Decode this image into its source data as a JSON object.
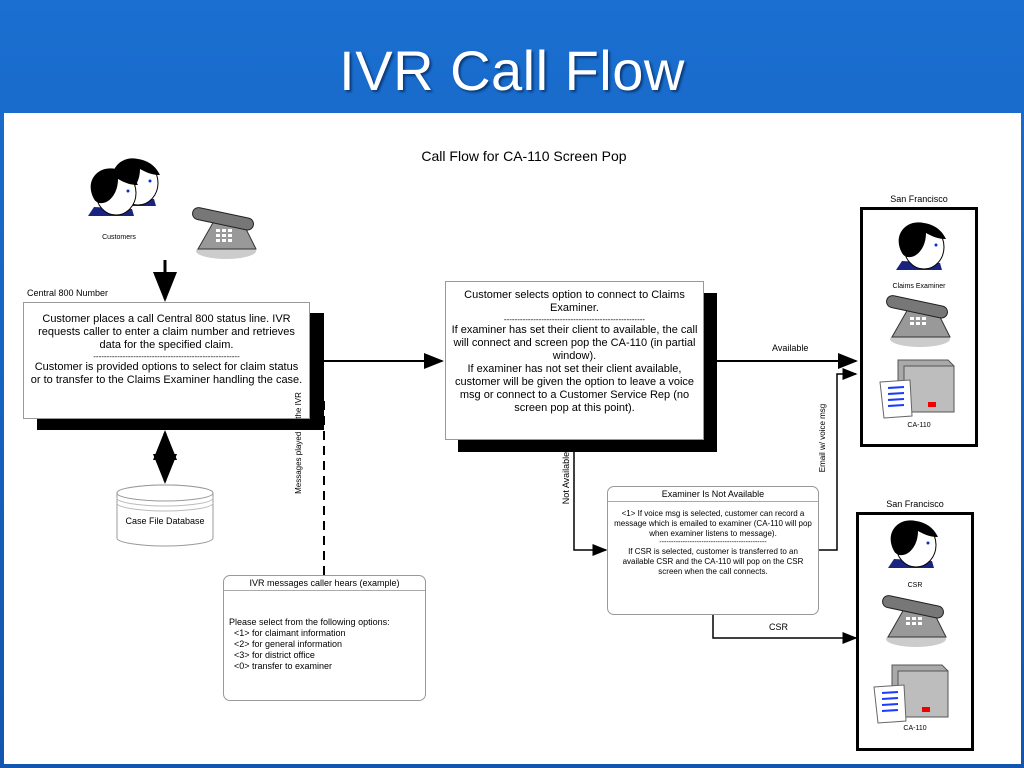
{
  "slide": {
    "title": "IVR Call Flow"
  },
  "diagram": {
    "title": "Call Flow for CA-110 Screen Pop",
    "customers_label": "Customers",
    "central_label": "Central 800 Number",
    "central_text": "Customer places a call Central 800 status line. IVR requests caller to enter a claim number and retrieves data for the specified claim.",
    "central_divider": "-------------------------------------------------------",
    "central_text2": "Customer is provided options to select for claim status or to transfer to the Claims Examiner handling the case.",
    "db_label": "Case File Database",
    "messages_label": "Messages played by the IVR",
    "ivr_title": "IVR messages caller hears (example)",
    "ivr_intro": "Please select from the following options:",
    "ivr_options": [
      "<1>  for claimant information",
      "<2> for general information",
      "<3> for district office",
      "<0> transfer to examiner"
    ],
    "option_text1": "Customer selects option to connect to Claims Examiner.",
    "option_divider": "-----------------------------------------------------",
    "option_text2": "If examiner has set their client to available, the call will connect and screen pop the CA-110 (in partial window).",
    "option_text3": "If examiner has not set their client available, customer will be given the option to leave a voice msg or connect to a Customer Service Rep (no screen pop at this point).",
    "available_label": "Available",
    "not_available_label": "Not Available",
    "email_label": "Email w/ voice msg",
    "csr_arrow_label": "CSR",
    "na_title": "Examiner Is Not Available",
    "na_text1": "<1> If voice msg is selected, customer can record a message which is emailed to examiner (CA-110 will pop when examiner listens to message).",
    "na_divider": "----------------------------------------------",
    "na_text2": "If CSR is selected, customer is transferred to an available CSR and the CA-110 will pop on the CSR screen when the call connects.",
    "sf1": {
      "location": "San Francisco",
      "person": "Claims Examiner",
      "screen": "CA-110"
    },
    "sf2": {
      "location": "San Francisco",
      "person": "CSR",
      "screen": "CA-110"
    }
  }
}
